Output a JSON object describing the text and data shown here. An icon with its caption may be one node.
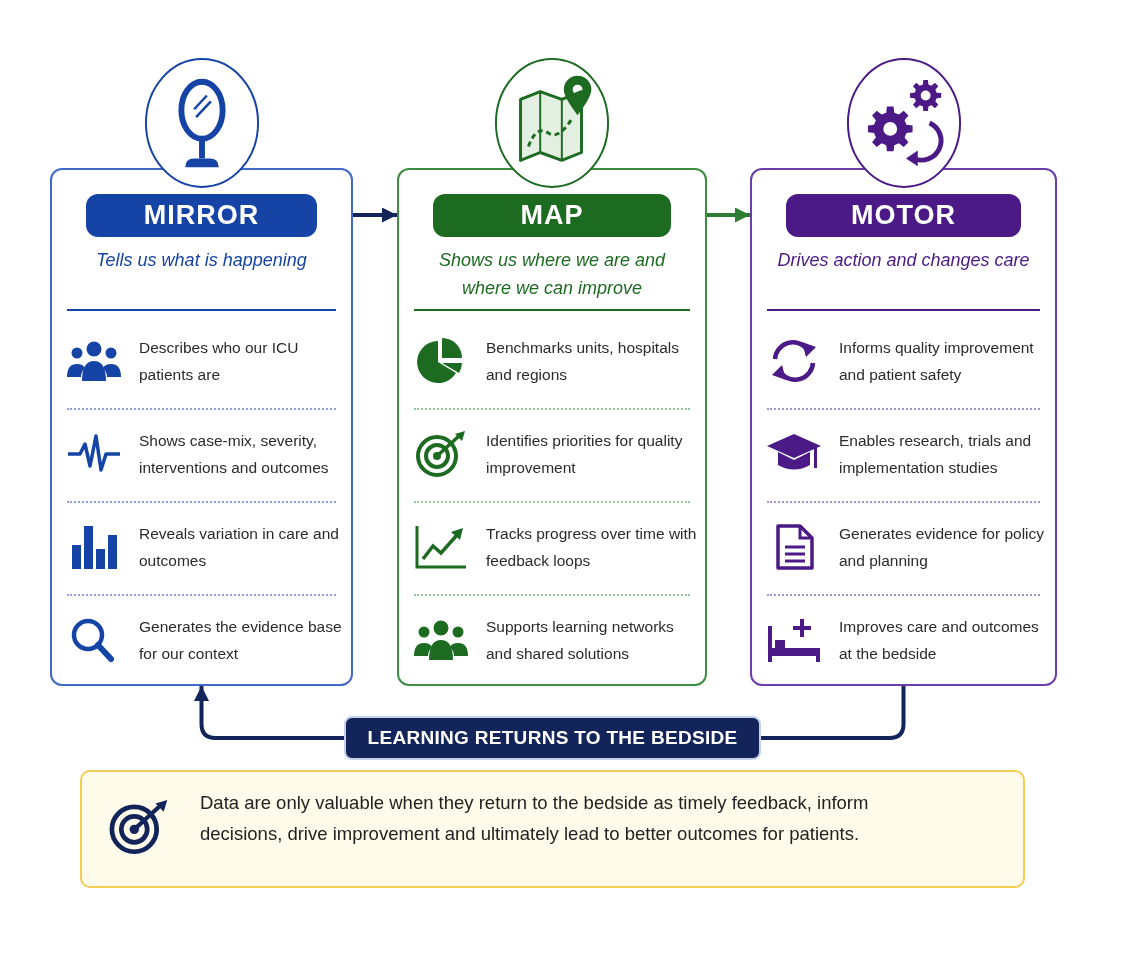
{
  "diagram": {
    "nodes": [
      {
        "text": [
          "MIRROR",
          "Tells us what is happening",
          "Describes who our ICU patients are",
          "Shows case-mix, severity, interventions and outcomes",
          "Reveals variation in care and outcomes",
          "Generates the evidence base for our context"
        ]
      },
      {
        "text": [
          "MAP",
          "Shows us where we are and where we can improve",
          "Benchmarks units, hospitals and regions",
          "Identifies priorities for quality improvement",
          "Tracks progress over time with feedback loops",
          "Supports learning networks and shared solutions"
        ]
      },
      {
        "text": [
          "MOTOR",
          "Drives action and changes care",
          "Informs quality improvement and patient safety",
          "Enables research, trials and implementation studies",
          "Generates evidence for policy and planning",
          "Improves care and outcomes at the bedside"
        ]
      },
      {
        "text": [
          "Data are only valuable when they return to the bedside as timely feedback, inform decisions, drive improvement and ultimately lead to better outcomes for patients."
        ]
      }
    ],
    "edges": [
      {
        "from": 0,
        "to": 1,
        "arrow": "to"
      },
      {
        "from": 1,
        "to": 2,
        "arrow": "to",
        "color": "#2e7d32"
      },
      {
        "from": 2,
        "to": 0,
        "arrow": "to",
        "label": "LEARNING RETURNS TO THE BEDSIDE"
      }
    ]
  }
}
